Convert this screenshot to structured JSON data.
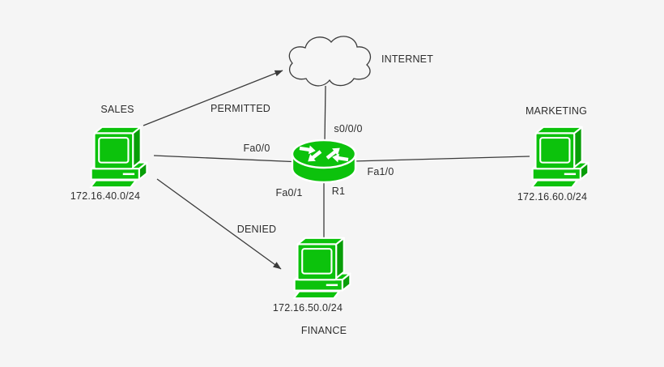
{
  "diagram": {
    "background": "#f5f5f5",
    "colors": {
      "node_green": "#0cc20c",
      "node_green_dark": "#089e08",
      "line": "#3b3b3b",
      "text": "#2d2d2d"
    },
    "nodes": {
      "internet": {
        "label": "INTERNET",
        "icon": "cloud-icon"
      },
      "router": {
        "name": "R1",
        "icon": "router-icon"
      },
      "sales": {
        "label": "SALES",
        "subnet": "172.16.40.0/24",
        "icon": "pc-icon"
      },
      "marketing": {
        "label": "MARKETING",
        "subnet": "172.16.60.0/24",
        "icon": "pc-icon"
      },
      "finance": {
        "label": "FINANCE",
        "subnet": "172.16.50.0/24",
        "icon": "pc-icon"
      }
    },
    "interfaces": {
      "serial0": "s0/0/0",
      "fa0_0": "Fa0/0",
      "fa1_0": "Fa1/0",
      "fa0_1": "Fa0/1"
    },
    "policies": {
      "permitted": "PERMITTED",
      "denied": "DENIED"
    }
  }
}
